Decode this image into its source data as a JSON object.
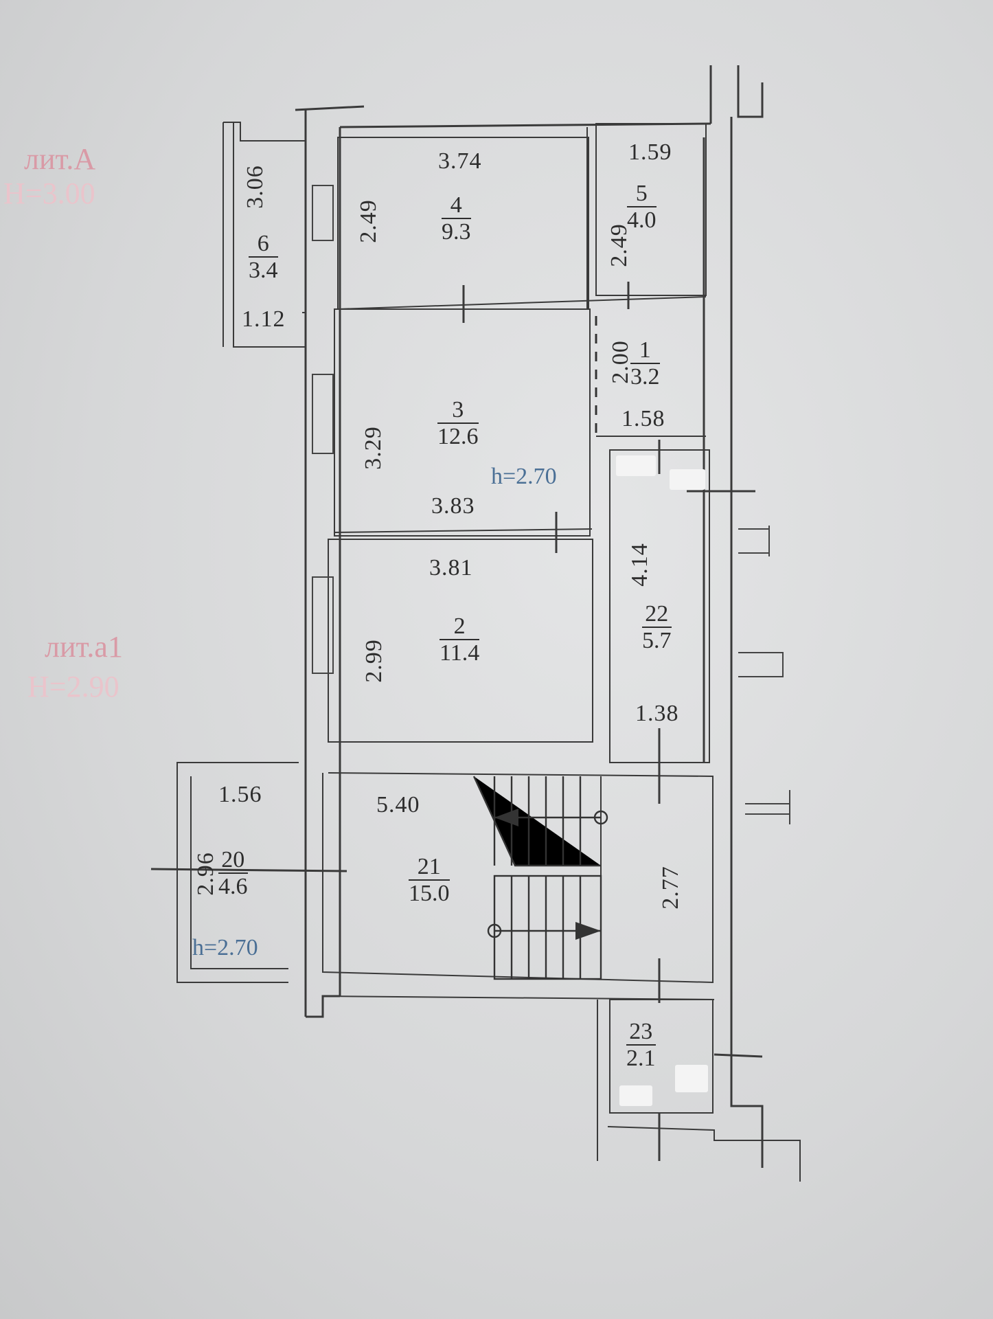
{
  "labels": {
    "lit_a": "лит.А",
    "lit_a_h": "H=3.00",
    "lit_a1": "лит.а1",
    "lit_a1_h": "H=2.90",
    "h_main": "h=2.70",
    "h_room20": "h=2.70"
  },
  "rooms": [
    {
      "id": "1",
      "num": "1",
      "area": "3.2"
    },
    {
      "id": "2",
      "num": "2",
      "area": "11.4"
    },
    {
      "id": "3",
      "num": "3",
      "area": "12.6"
    },
    {
      "id": "4",
      "num": "4",
      "area": "9.3"
    },
    {
      "id": "5",
      "num": "5",
      "area": "4.0"
    },
    {
      "id": "6",
      "num": "6",
      "area": "3.4"
    },
    {
      "id": "20",
      "num": "20",
      "area": "4.6"
    },
    {
      "id": "21",
      "num": "21",
      "area": "15.0"
    },
    {
      "id": "22",
      "num": "22",
      "area": "5.7"
    },
    {
      "id": "23",
      "num": "23",
      "area": "2.1"
    }
  ],
  "dimensions": {
    "room4_w": "3.74",
    "room4_h": "2.49",
    "room5_w": "1.59",
    "room5_h": "2.49",
    "room6_h": "3.06",
    "room6_w": "1.12",
    "room1_h": "2.00",
    "room1_w": "1.58",
    "room3_h": "3.29",
    "room3_w": "3.83",
    "room2_w": "3.81",
    "room2_h": "2.99",
    "room22_h": "4.14",
    "room22_w": "1.38",
    "room20_w": "1.56",
    "room20_h": "2.96",
    "room21_w": "5.40",
    "stair_h": "2.77"
  }
}
